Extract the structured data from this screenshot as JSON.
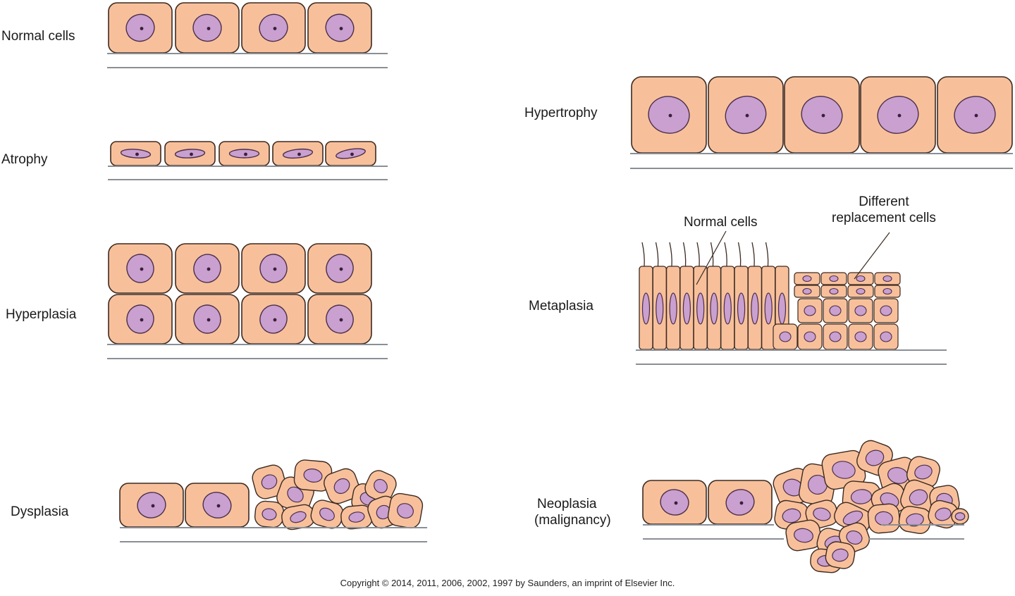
{
  "colors": {
    "cell_fill": "#f8c09a",
    "cell_outline": "#3b2a22",
    "nucleus_fill": "#c9a0d0",
    "nucleus_outline": "#4a2f4a",
    "nucleolus": "#3a1f3a",
    "basement_line": "#8a8f96"
  },
  "labels": {
    "normal_cells": "Normal cells",
    "atrophy": "Atrophy",
    "hyperplasia": "Hyperplasia",
    "dysplasia": "Dysplasia",
    "hypertrophy": "Hypertrophy",
    "metaplasia": "Metaplasia",
    "neoplasia_line1": "Neoplasia",
    "neoplasia_line2": "(malignancy)",
    "callout_normal": "Normal cells",
    "callout_different_line1": "Different",
    "callout_different_line2": "replacement cells"
  },
  "copyright": "Copyright © 2014, 2011, 2006, 2002, 1997 by Saunders, an imprint of Elsevier Inc."
}
